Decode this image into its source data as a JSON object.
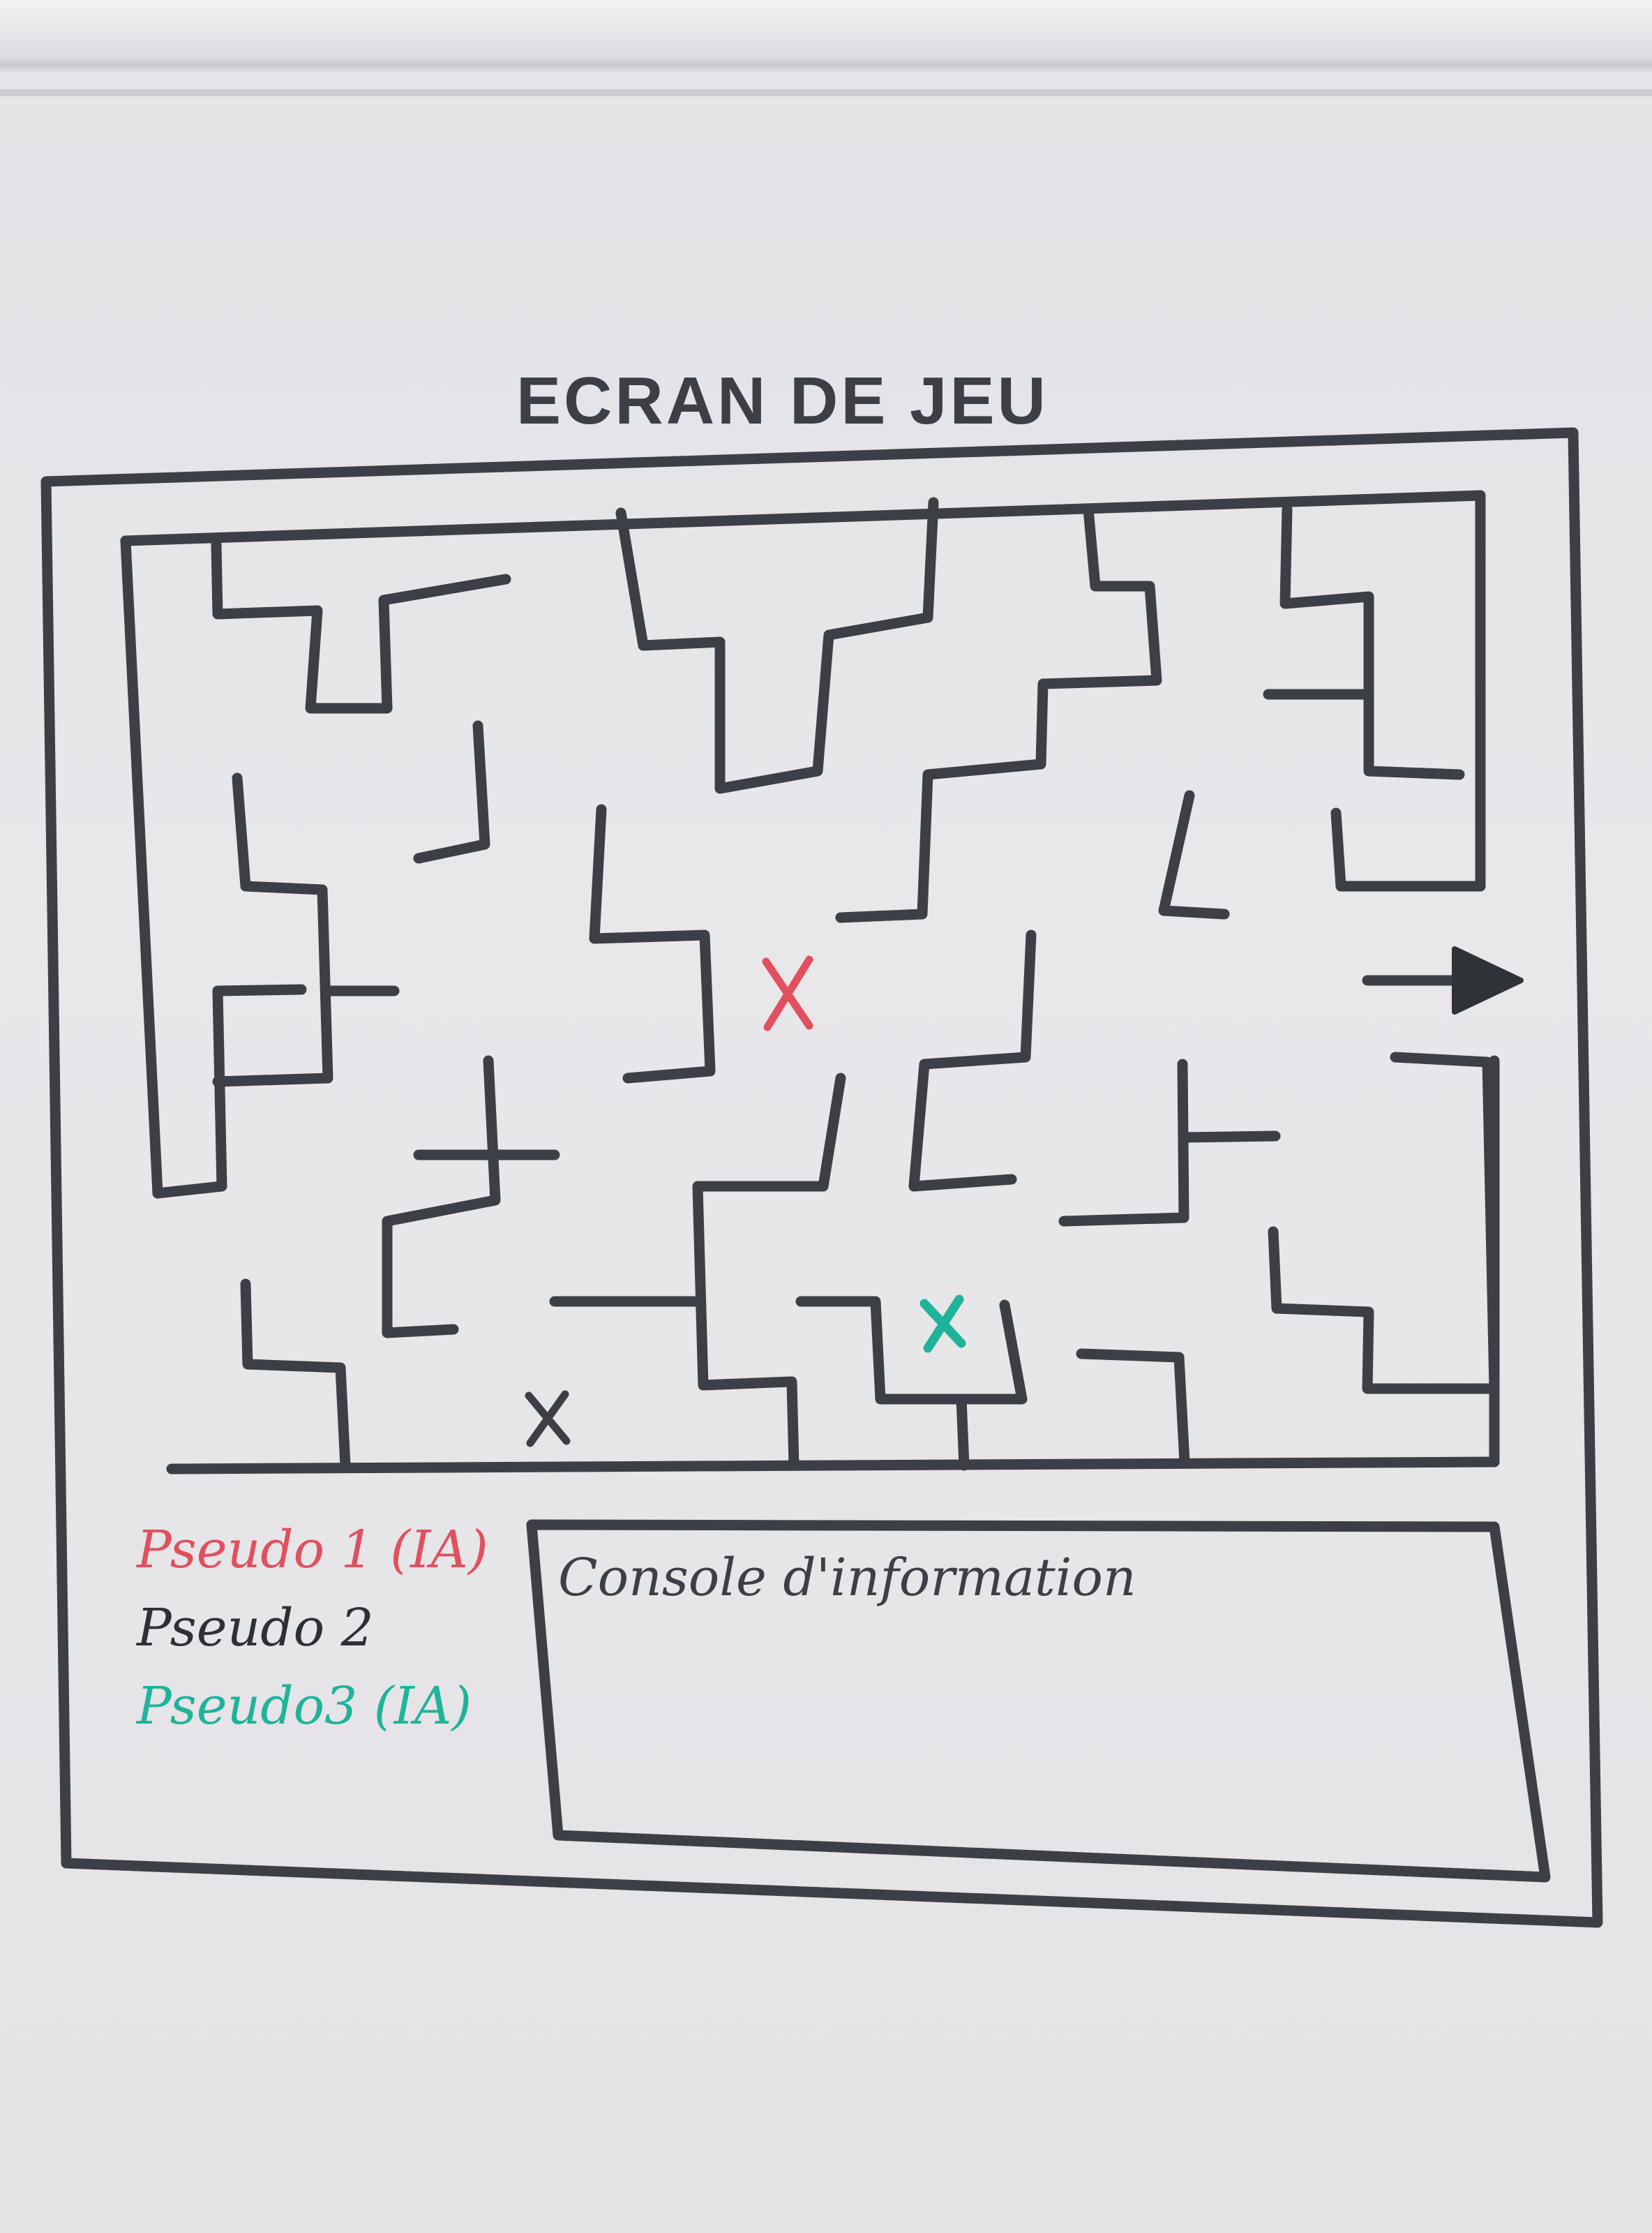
{
  "screen_title": "ECRAN DE JEU",
  "players": [
    {
      "name": "Pseudo 1 (IA)",
      "color": "#e0505e"
    },
    {
      "name": "Pseudo 2",
      "color": "#2d3036"
    },
    {
      "name": "Pseudo3 (IA)",
      "color": "#1fb39a"
    }
  ],
  "console": {
    "label": "Console d'information"
  },
  "markers": [
    {
      "symbol": "X",
      "player": "Pseudo 1 (IA)",
      "color": "#e0505e"
    },
    {
      "symbol": "X",
      "player": "Pseudo 2",
      "color": "#3c4046"
    },
    {
      "symbol": "X",
      "player": "Pseudo3 (IA)",
      "color": "#1fb39a"
    }
  ],
  "exit_icon": "arrow-right-icon",
  "colors": {
    "ink": "#3c4046",
    "board": "#e6e5e8"
  }
}
